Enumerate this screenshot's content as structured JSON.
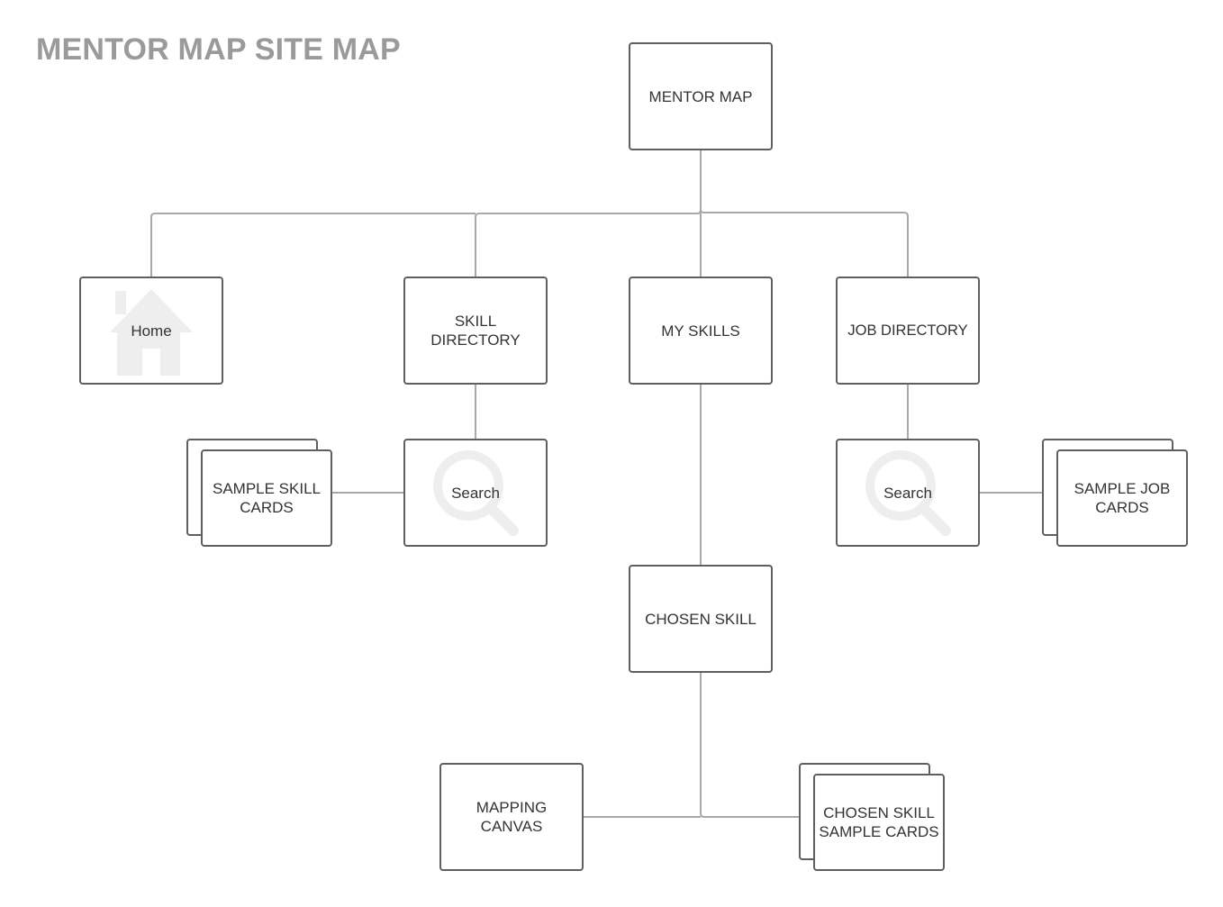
{
  "title": "MENTOR MAP SITE MAP",
  "colors": {
    "title": "#9a9a9a",
    "box_border": "#5f5f5f",
    "connector": "#a8a8a8",
    "text": "#333333",
    "watermark_icon": "#eeeeee"
  },
  "nodes": {
    "root": {
      "label": "MENTOR MAP"
    },
    "home": {
      "label": "Home",
      "icon": "house-icon"
    },
    "skill_directory": {
      "label": "SKILL DIRECTORY"
    },
    "my_skills": {
      "label": "MY SKILLS"
    },
    "job_directory": {
      "label": "JOB DIRECTORY"
    },
    "skill_search": {
      "label": "Search",
      "icon": "magnifier-icon"
    },
    "job_search": {
      "label": "Search",
      "icon": "magnifier-icon"
    },
    "sample_skill_cards": {
      "label": "SAMPLE SKILL CARDS"
    },
    "sample_job_cards": {
      "label": "SAMPLE JOB CARDS"
    },
    "chosen_skill": {
      "label": "CHOSEN SKILL"
    },
    "mapping_canvas": {
      "label": "MAPPING CANVAS"
    },
    "chosen_skill_sample_cards": {
      "label": "CHOSEN SKILL SAMPLE CARDS"
    }
  }
}
